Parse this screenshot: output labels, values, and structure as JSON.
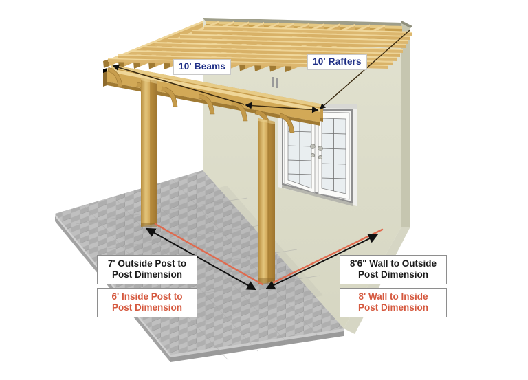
{
  "diagram": {
    "title": "Attached Pergola Dimension Diagram",
    "type": "isometric-3d-construction-drawing",
    "subject": "wall-attached pergola over paver patio with french doors"
  },
  "labels": {
    "beams": "10' Beams",
    "rafters": "10' Rafters",
    "post_to_post_outside_line1": "7' Outside Post to",
    "post_to_post_outside_line2": "Post Dimension",
    "post_to_post_inside_line1": "6' Inside Post to",
    "post_to_post_inside_line2": "Post Dimension",
    "wall_to_post_outside_line1": "8'6\" Wall to Outside",
    "wall_to_post_outside_line2": "Post Dimension",
    "wall_to_post_inside_line1": "8' Wall to Inside",
    "wall_to_post_inside_line2": "Post Dimension"
  },
  "colors": {
    "label_blue_text": "#1f2f86",
    "label_black_text": "#1a1a1a",
    "label_red_text": "#d5593f",
    "dimension_line_outside": "#111111",
    "dimension_line_inside": "#e06a4e",
    "wood_light": "#e2c076",
    "wood_mid": "#cfa24f",
    "wood_dark": "#a87d33",
    "wood_shadow": "#8a6527",
    "wall_face": "#dcdcc8",
    "wall_side": "#c8c8b0",
    "wall_top_edge": "#9a9a86",
    "paver_top": "#b9b9b9",
    "paver_alt": "#a8a8a8",
    "paver_edge": "#cfcfcf",
    "paver_side": "#8f8f8f",
    "door_white": "#f4f4f2",
    "door_glass": "#e9eef0",
    "door_frame": "#8d8d8d",
    "background": "#ffffff"
  },
  "measurements": {
    "beam_length": "10'",
    "rafter_length": "10'",
    "outside_post_to_post": "7'",
    "inside_post_to_post": "6'",
    "wall_to_outside_post": "8'6\"",
    "wall_to_inside_post": "8'"
  },
  "components": {
    "posts": 2,
    "beams": 2,
    "rafters": 13,
    "purlins": 9,
    "corbel_brackets": 6,
    "doors": "french-double-door"
  }
}
